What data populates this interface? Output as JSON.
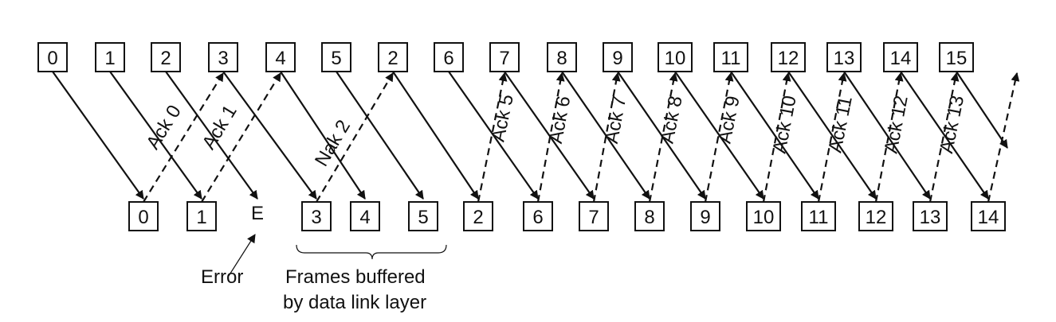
{
  "sender_frames": [
    "0",
    "1",
    "2",
    "3",
    "4",
    "5",
    "2",
    "6",
    "7",
    "8",
    "9",
    "10",
    "11",
    "12",
    "13",
    "14",
    "15"
  ],
  "receiver_items": [
    "0",
    "1",
    "E",
    "3",
    "4",
    "5",
    "2",
    "6",
    "7",
    "8",
    "9",
    "10",
    "11",
    "12",
    "13",
    "14"
  ],
  "acks": [
    "Ack 0",
    "Ack 1",
    "Nak 2",
    "Ack 5",
    "Ack 6",
    "Ack 7",
    "Ack 8",
    "Ack 9",
    "Ack 10",
    "Ack 11",
    "Ack 12",
    "Ack 13"
  ],
  "error_label": "Error",
  "buffer_note_line1": "Frames buffered",
  "buffer_note_line2": "by data link layer"
}
